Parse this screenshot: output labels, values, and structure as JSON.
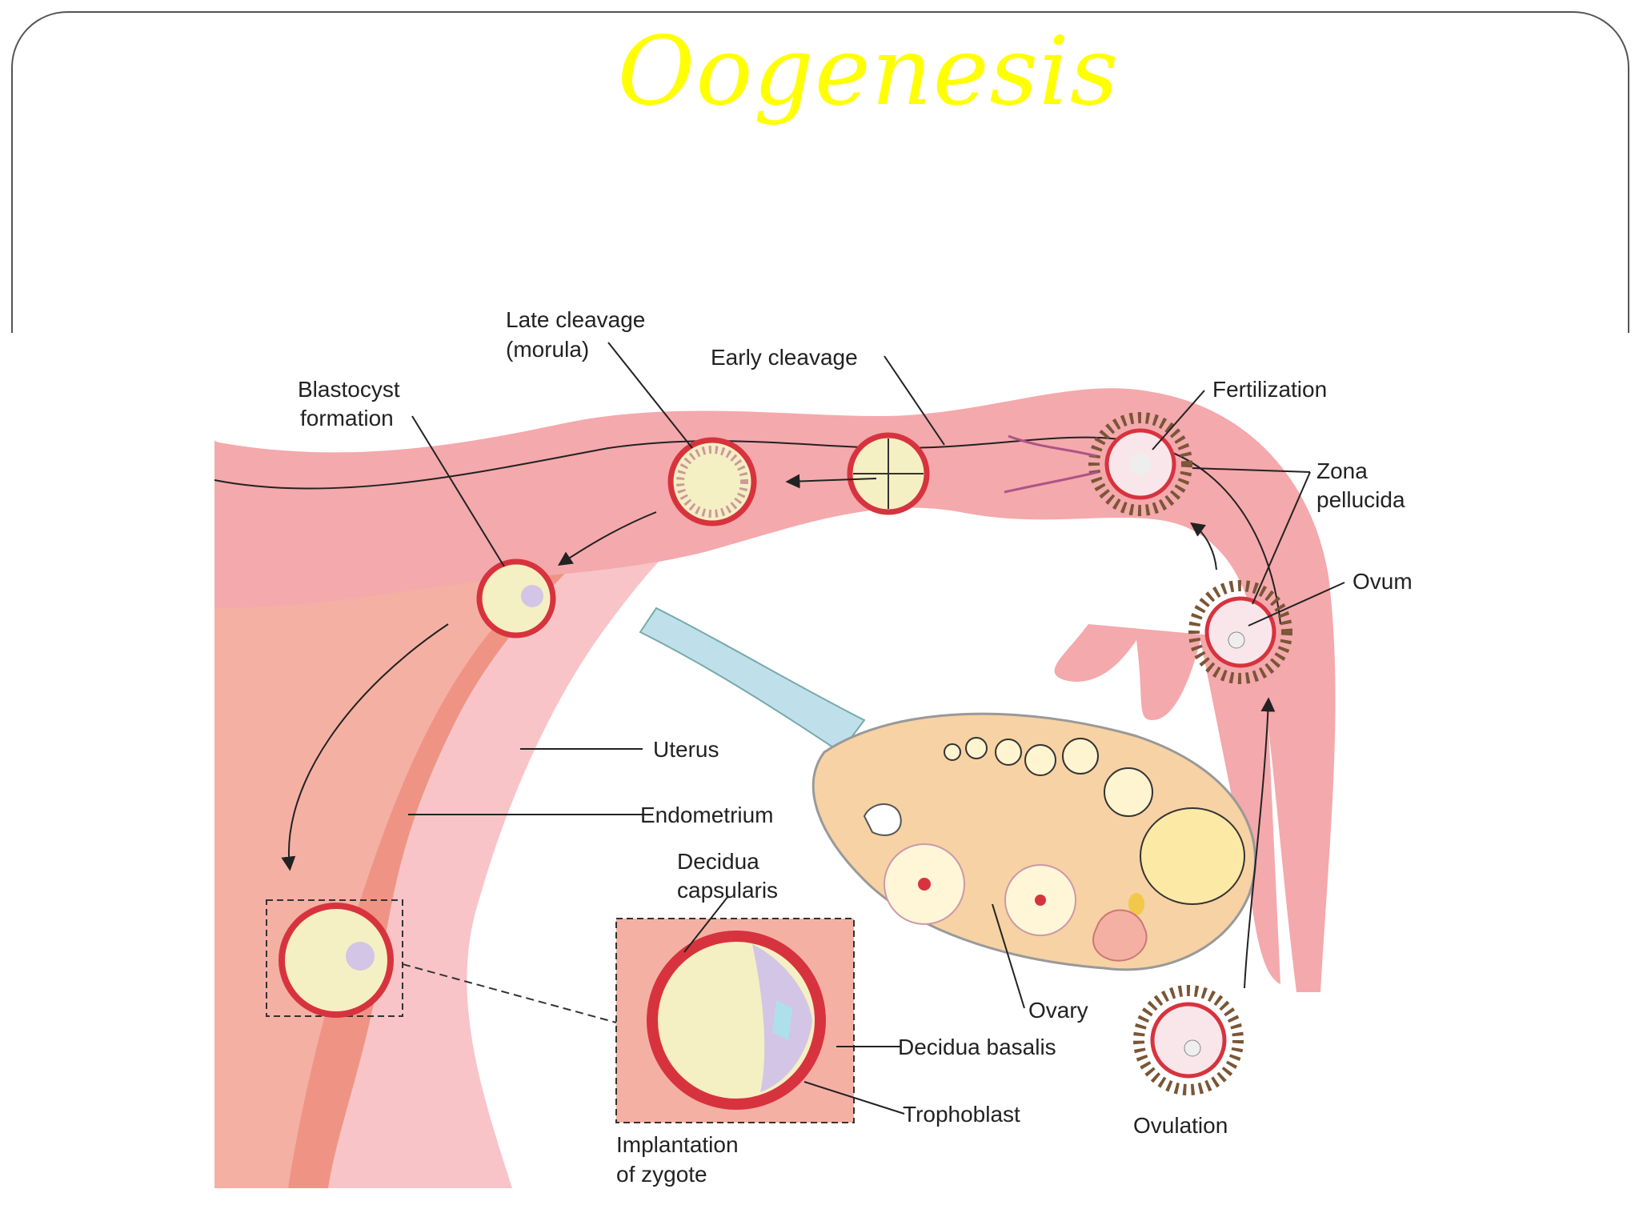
{
  "title": "Oogenesis",
  "labels": {
    "late_cleavage": [
      "Late cleavage",
      "(morula)"
    ],
    "early_cleavage": "Early cleavage",
    "blastocyst": [
      "Blastocyst",
      "formation"
    ],
    "fertilization": "Fertilization",
    "zona_pellucida": [
      "Zona",
      "pellucida"
    ],
    "ovum": "Ovum",
    "uterus": "Uterus",
    "endometrium": "Endometrium",
    "decidua_capsularis": [
      "Decidua",
      "capsularis"
    ],
    "decidua_basalis": "Decidua basalis",
    "trophoblast": "Trophoblast",
    "ovary": "Ovary",
    "ovulation": "Ovulation",
    "implantation": [
      "Implantation",
      "of zygote"
    ]
  },
  "colors": {
    "title": "#ffff00",
    "tube_pink": "#f4a9ac",
    "tube_light": "#f8c4c8",
    "endometrium": "#ef9484",
    "ovary": "#f6d2a4",
    "ligament": "#bfe0ea",
    "cell_red": "#d7333e",
    "cell_cream": "#f5efc4"
  }
}
